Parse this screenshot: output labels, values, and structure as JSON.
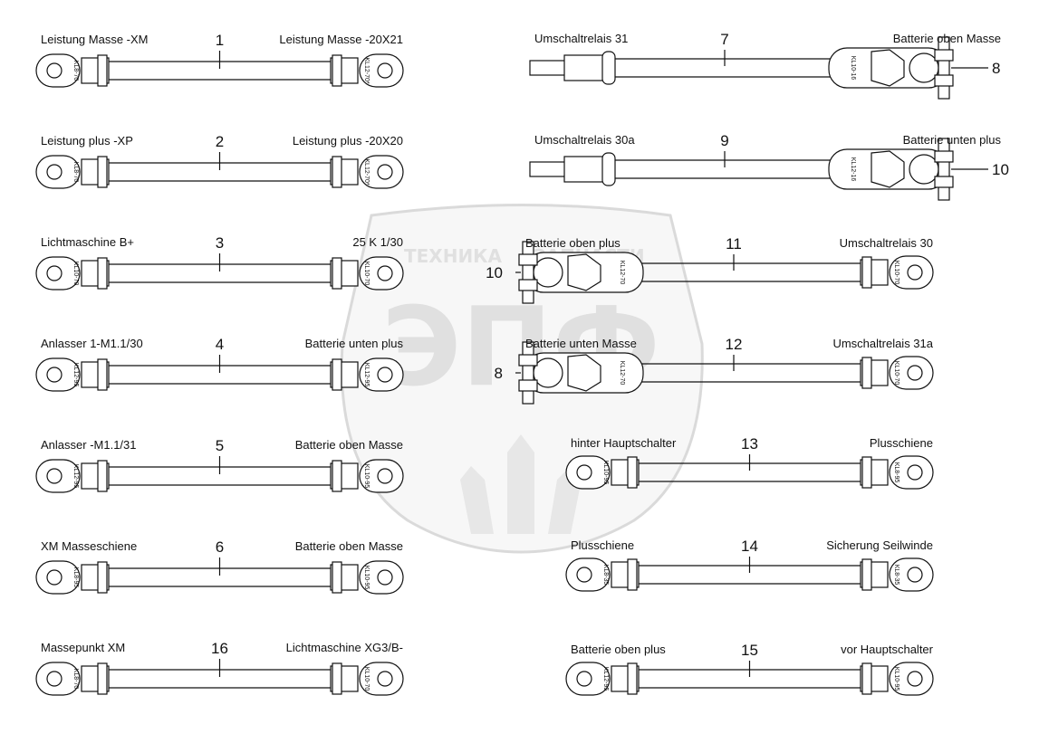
{
  "watermark": {
    "brand_top": "ТЕХНИКА",
    "brand_top2": "ЗАПЧАСТИ",
    "logo_letters": "ЭПФ"
  },
  "cables": [
    {
      "num": "1",
      "left_label": "Leistung Masse -XM",
      "right_label": "Leistung Masse -20X21",
      "left_kl": "KL8-70",
      "right_kl": "KL12-70*",
      "right_type": "lug"
    },
    {
      "num": "2",
      "left_label": "Leistung plus -XP",
      "right_label": "Leistung plus -20X20",
      "left_kl": "KL8-70",
      "right_kl": "KL12-70*",
      "right_type": "lug"
    },
    {
      "num": "3",
      "left_label": "Lichtmaschine B+",
      "right_label": "25 K 1/30",
      "left_kl": "KL10-70",
      "right_kl": "KL10-70",
      "right_type": "lug"
    },
    {
      "num": "4",
      "left_label": "Anlasser 1-M1.1/30",
      "right_label": "Batterie unten plus",
      "left_kl": "KL12-95",
      "right_kl": "KL12-95",
      "right_type": "lug"
    },
    {
      "num": "5",
      "left_label": "Anlasser -M1.1/31",
      "right_label": "Batterie oben Masse",
      "left_kl": "KL12-95",
      "right_kl": "KL10-95",
      "right_type": "lug"
    },
    {
      "num": "6",
      "left_label": "XM Masseschiene",
      "right_label": "Batterie oben Masse",
      "left_kl": "KL8-95",
      "right_kl": "KL10-95",
      "right_type": "lug"
    },
    {
      "num": "16",
      "left_label": "Massepunkt XM",
      "right_label": "Lichtmaschine XG3/B-",
      "left_kl": "KL8-70",
      "right_kl": "KL10-70",
      "right_type": "lug"
    },
    {
      "num": "7",
      "left_label": "Umschaltrelais 31",
      "right_label": "Batterie oben Masse",
      "left_kl": "",
      "right_kl": "KL10-16",
      "right_type": "clamp",
      "callout": "8"
    },
    {
      "num": "9",
      "left_label": "Umschaltrelais 30a",
      "right_label": "Batterie unten plus",
      "left_kl": "",
      "right_kl": "KL12-16",
      "right_type": "clamp",
      "callout": "10"
    },
    {
      "num": "11",
      "left_label": "Batterie oben plus",
      "right_label": "Umschaltrelais 30",
      "left_kl": "KL12-70",
      "right_kl": "KL10-70",
      "left_type": "clamp",
      "callout": "10"
    },
    {
      "num": "12",
      "left_label": "Batterie unten Masse",
      "right_label": "Umschaltrelais 31a",
      "left_kl": "KL12-70",
      "right_kl": "KL10-70",
      "left_type": "clamp",
      "callout": "8"
    },
    {
      "num": "13",
      "left_label": "hinter Hauptschalter",
      "right_label": "Plusschiene",
      "left_kl": "KL10-95",
      "right_kl": "KL8-95",
      "right_type": "lug"
    },
    {
      "num": "14",
      "left_label": "Plusschiene",
      "right_label": "Sicherung Seilwinde",
      "left_kl": "KL8-35",
      "right_kl": "KL8-35",
      "right_type": "lug"
    },
    {
      "num": "15",
      "left_label": "Batterie oben plus",
      "right_label": "vor Hauptschalter",
      "left_kl": "KL12-95",
      "right_kl": "KL10-95",
      "right_type": "lug"
    }
  ]
}
